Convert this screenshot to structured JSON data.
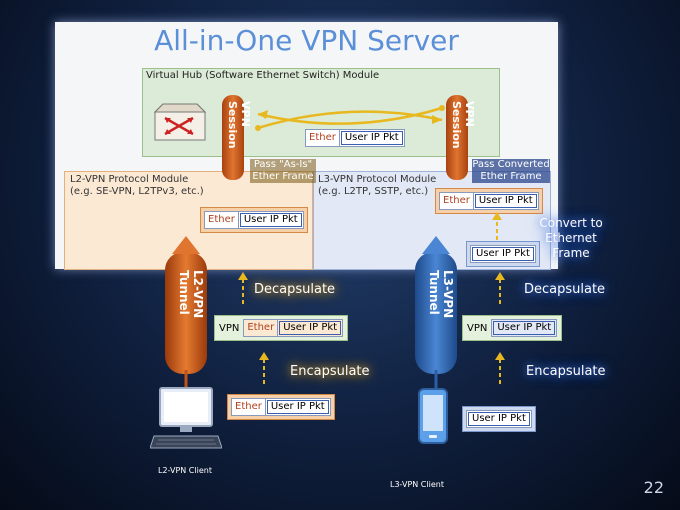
{
  "title": "All-in-One VPN Server",
  "hub_label": "Virtual Hub (Software Ethernet Switch) Module",
  "l2_module": {
    "line1": "L2-VPN Protocol Module",
    "line2": "(e.g. SE-VPN, L2TPv3, etc.)"
  },
  "l3_module": {
    "line1": "L3-VPN Protocol Module",
    "line2": "(e.g. L2TP, SSTP, etc.)"
  },
  "session_label": "VPN Session",
  "tunnel_l2": "L2-VPN Tunnel",
  "tunnel_l3": "L3-VPN Tunnel",
  "pass_as_is": {
    "line1": "Pass \"As-Is\"",
    "line2": "Ether Frame"
  },
  "pass_converted": {
    "line1": "Pass Converted",
    "line2": "Ether Frame"
  },
  "convert_to": {
    "line1": "Convert to",
    "line2": "Ethernet Frame"
  },
  "decapsulate": "Decapsulate",
  "encapsulate": "Encapsulate",
  "ether": "Ether",
  "user_ip_pkt": "User IP Pkt",
  "vpn": "VPN",
  "l2_client": "L2-VPN Client",
  "l3_client": "L3-VPN Client",
  "page_number": "22",
  "colors": {
    "l2": "#d9611b",
    "l3": "#3a78c9",
    "hub": "#dcebd7",
    "title": "#5b8fd8"
  }
}
